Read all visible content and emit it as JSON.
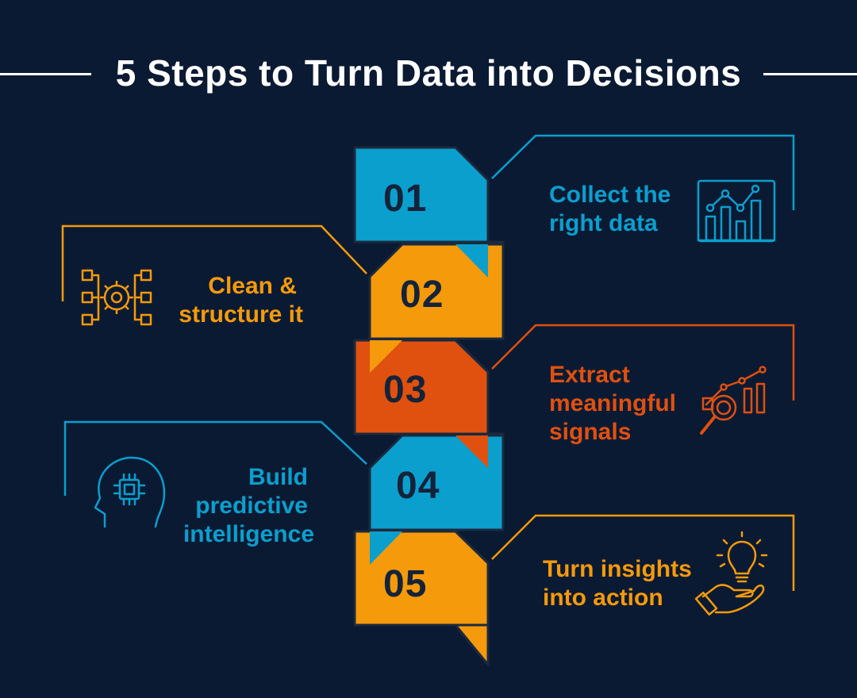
{
  "title": "5 Steps to Turn Data into Decisions",
  "colors": {
    "background": "#0b1a33",
    "blue": "#0b9fcd",
    "orange": "#f59a0b",
    "red": "#e0500f",
    "number_text": "#14233a"
  },
  "steps": [
    {
      "number": "01",
      "label_lines": [
        "Collect the",
        "right data"
      ],
      "color": "#0b9fcd",
      "icon": "bar-chart-icon"
    },
    {
      "number": "02",
      "label_lines": [
        "Clean &",
        "structure it"
      ],
      "color": "#f59a0b",
      "icon": "gear-network-icon"
    },
    {
      "number": "03",
      "label_lines": [
        "Extract",
        "meaningful",
        "signals"
      ],
      "color": "#e0500f",
      "icon": "magnifier-chart-icon"
    },
    {
      "number": "04",
      "label_lines": [
        "Build",
        "predictive",
        "intelligence"
      ],
      "color": "#0b9fcd",
      "icon": "ai-head-icon"
    },
    {
      "number": "05",
      "label_lines": [
        "Turn insights",
        "into action"
      ],
      "color": "#f59a0b",
      "icon": "lightbulb-hand-icon"
    }
  ]
}
